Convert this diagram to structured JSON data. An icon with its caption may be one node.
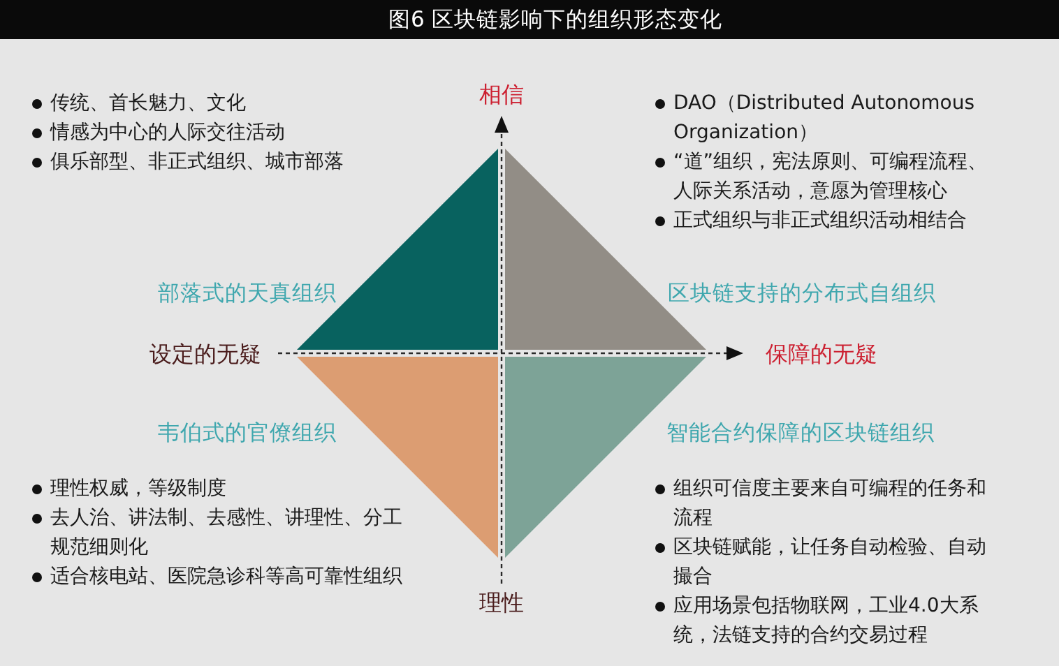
{
  "diagram": {
    "title": "图6 区块链影响下的组织形态变化",
    "nodes": [
      {
        "text": [],
        "shape": "triangle",
        "beside": [
          "部落式的天真组织"
        ]
      },
      {
        "text": [],
        "shape": "triangle",
        "beside": [
          "区块链支持的分布式自组织"
        ]
      },
      {
        "text": [],
        "shape": "triangle",
        "beside": [
          "韦伯式的官僚组织"
        ]
      },
      {
        "text": [],
        "shape": "triangle",
        "beside": [
          "智能合约保障的区块链组织"
        ]
      }
    ],
    "labels": [
      "传统、首长魅力、文化",
      "相信",
      "DAO（Distributed Autonomous Organization）",
      "情感为中心的人际交往活动",
      "俱乐部型、非正式组织、城市部落",
      "“道”组织，宪法原则、可编程流程、人际关系活动，意愿为管理核心",
      "正式组织与非正式组织活动相结合",
      "设定的无疑",
      "保障的无疑",
      "理性权威，等级制度",
      "组织可信度主要来自可编程的任务和流程",
      "去人治、讲法制、去感性、讲理性、分工规范细则化",
      "区块链赋能，让任务自动检验、自动撮合",
      "适合核电站、医院急诊科等高可靠性组织",
      "理性",
      "应用场景包括物联网，工业4.0大系统，法链支持的合约交易过程"
    ]
  }
}
